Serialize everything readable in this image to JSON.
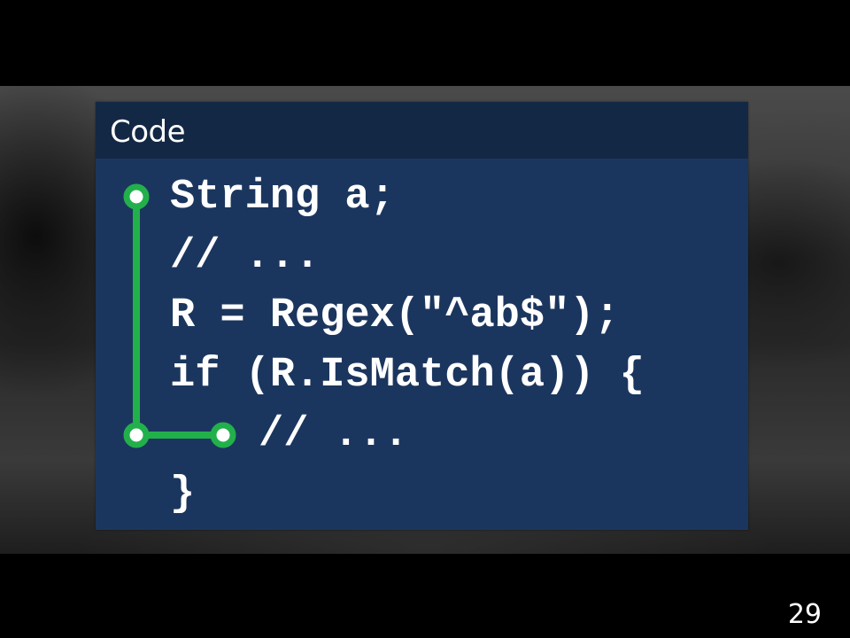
{
  "panel": {
    "title": "Code"
  },
  "code": {
    "lines": [
      "String a;",
      "// ...",
      "R = Regex(\"^ab$\");",
      "if (R.IsMatch(a)) {",
      "// ...",
      "}"
    ]
  },
  "footer": {
    "page_number": "29"
  },
  "colors": {
    "panel_body": "#1b365e",
    "panel_header": "#132844",
    "flow_line": "#22b04b",
    "node_fill": "#ffffff"
  }
}
